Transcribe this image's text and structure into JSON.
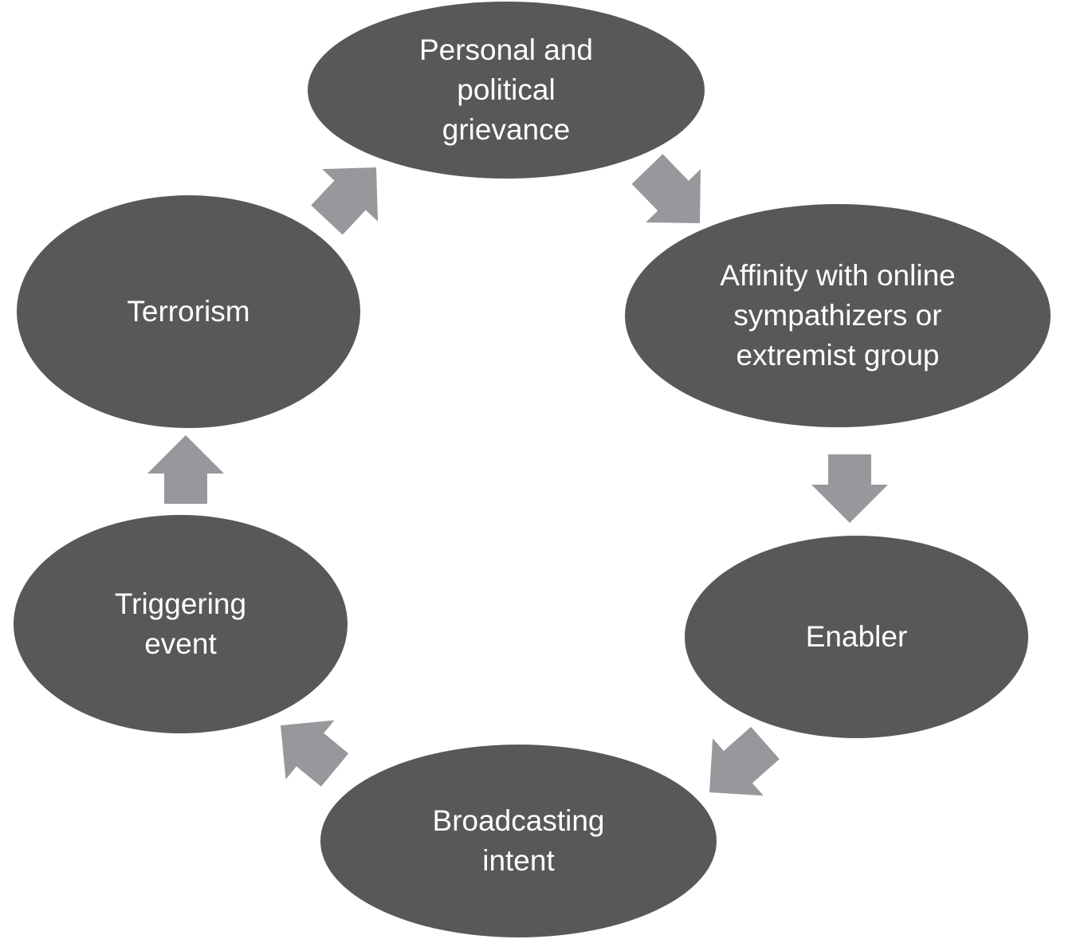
{
  "colors": {
    "background": "#ffffff",
    "node_fill": "#58585a",
    "node_text": "#ffffff",
    "arrow_fill": "#97989b"
  },
  "diagram": {
    "type": "cycle",
    "nodes": [
      {
        "id": "grievance",
        "label": "Personal and\npolitical\ngrievance"
      },
      {
        "id": "affinity",
        "label": "Affinity with online\nsympathizers or\nextremist group"
      },
      {
        "id": "enabler",
        "label": "Enabler"
      },
      {
        "id": "broadcasting",
        "label": "Broadcasting\nintent"
      },
      {
        "id": "triggering",
        "label": "Triggering\nevent"
      },
      {
        "id": "terrorism",
        "label": "Terrorism"
      }
    ],
    "edges": [
      {
        "from": "grievance",
        "to": "affinity"
      },
      {
        "from": "affinity",
        "to": "enabler"
      },
      {
        "from": "enabler",
        "to": "broadcasting"
      },
      {
        "from": "broadcasting",
        "to": "triggering"
      },
      {
        "from": "triggering",
        "to": "terrorism"
      },
      {
        "from": "terrorism",
        "to": "grievance"
      }
    ]
  }
}
